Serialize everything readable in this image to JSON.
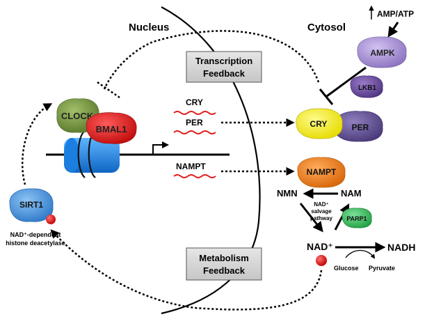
{
  "regions": {
    "nucleus": "Nucleus",
    "cytosol": "Cytosol"
  },
  "boxes": {
    "transcription": {
      "line1": "Transcription",
      "line2": "Feedback"
    },
    "metabolism": {
      "line1": "Metabolism",
      "line2": "Feedback"
    }
  },
  "proteins": {
    "clock": "CLOCK",
    "bmal1": "BMAL1",
    "sirt1": "SIRT1",
    "ampk": "AMPK",
    "lkb1": "LKB1",
    "cry": "CRY",
    "per": "PER",
    "nampt": "NAMPT",
    "parp1": "PARP1"
  },
  "mrna": {
    "cry": "CRY",
    "per": "PER",
    "nampt": "NAMPT"
  },
  "sirt1_caption": {
    "line1": "NAD⁺-dependent",
    "line2": "histone deacetylase"
  },
  "energy": {
    "ratio": "AMP/ATP"
  },
  "salvage": {
    "nmn": "NMN",
    "nam": "NAM",
    "line1": "NAD⁺",
    "line2": "salvage",
    "line3": "pathway"
  },
  "nad": {
    "nad_plus": "NAD⁺",
    "nadh": "NADH",
    "glucose": "Glucose",
    "pyruvate": "Pyruvate"
  },
  "colors": {
    "clock": "#6f8f3a",
    "bmal1": "#e01818",
    "sirt1": "#4a90d9",
    "ampk": "#a58fd0",
    "lkb1": "#6a4a9a",
    "cry": "#f2ec1a",
    "per": "#5e4a8e",
    "nampt": "#ee7a16",
    "parp1": "#3cbf5a",
    "nucleosome": "#1e88e5",
    "mrna": "#e02020",
    "box_fill": "#d4d4d4"
  }
}
